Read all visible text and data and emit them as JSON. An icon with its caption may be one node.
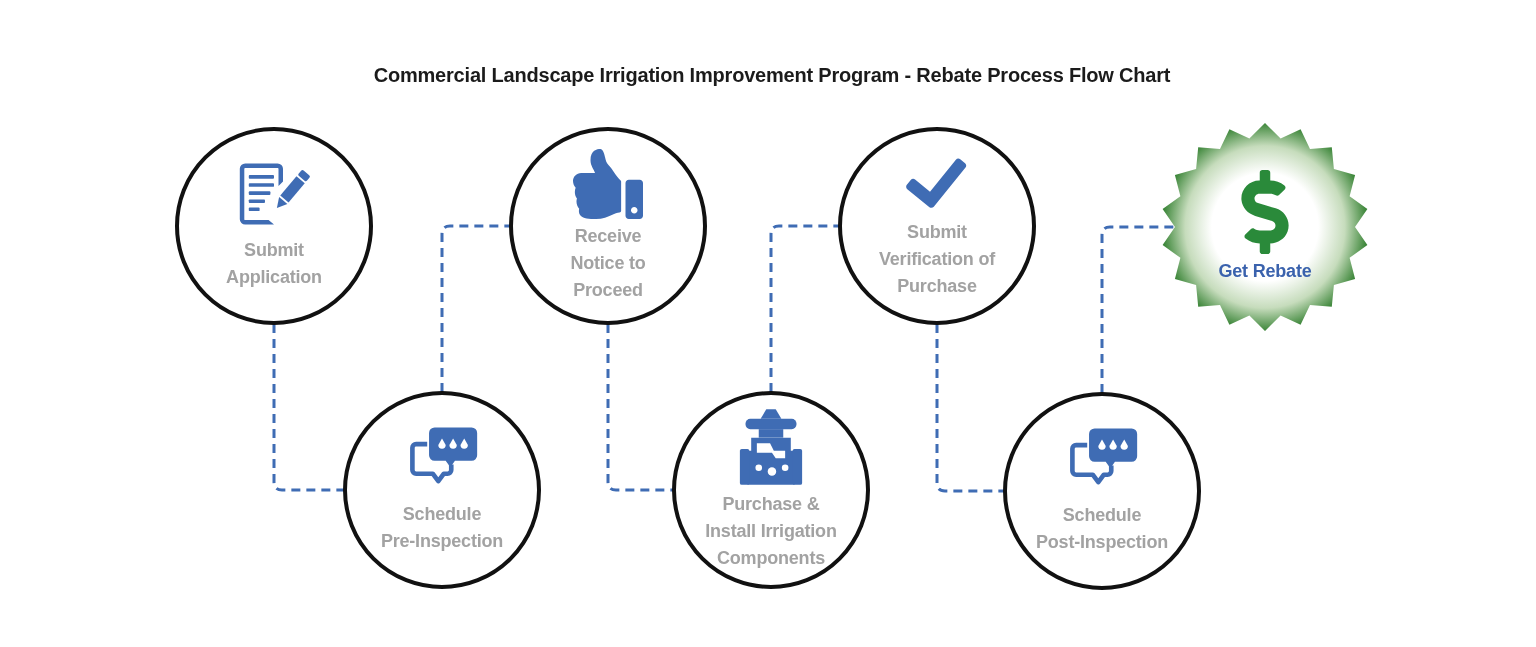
{
  "diagram": {
    "title": "Commercial Landscape Irrigation Improvement Program - Rebate Process Flow Chart",
    "nodes": [
      {
        "text": [
          "Submit Application"
        ]
      },
      {
        "text": [
          "Schedule Pre-Inspection"
        ]
      },
      {
        "text": [
          "Receive Notice to Proceed"
        ]
      },
      {
        "text": [
          "Purchase & Install Irrigation Components"
        ]
      },
      {
        "text": [
          "Submit Verification of Purchase"
        ]
      },
      {
        "text": [
          "Schedule Post-Inspection"
        ]
      },
      {
        "text": [
          "Get Rebate"
        ]
      }
    ],
    "edges": [
      {
        "from": 0,
        "to": 1,
        "arrow": "none",
        "style": "dashed"
      },
      {
        "from": 1,
        "to": 2,
        "arrow": "none",
        "style": "dashed"
      },
      {
        "from": 2,
        "to": 3,
        "arrow": "none",
        "style": "dashed"
      },
      {
        "from": 3,
        "to": 4,
        "arrow": "none",
        "style": "dashed"
      },
      {
        "from": 4,
        "to": 5,
        "arrow": "none",
        "style": "dashed"
      },
      {
        "from": 5,
        "to": 6,
        "arrow": "none",
        "style": "dashed"
      }
    ]
  }
}
